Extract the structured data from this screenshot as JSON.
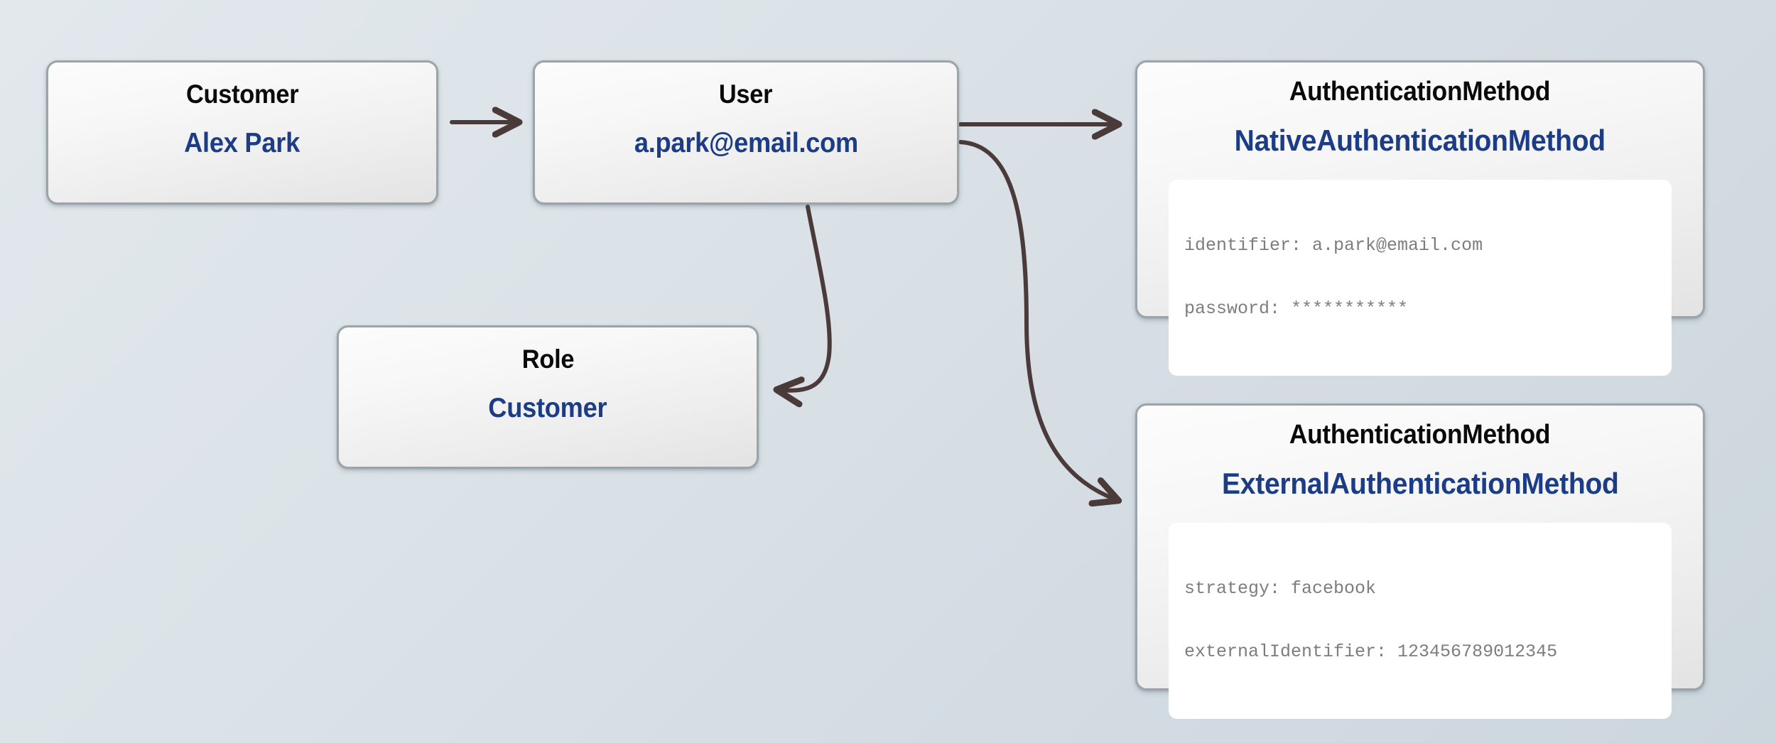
{
  "diagram": {
    "title": "User authentication method object diagram",
    "colors": {
      "background_start": "#e2e8ec",
      "background_end": "#ccd6dd",
      "node_border": "#9ba4a9",
      "node_fill_start": "#fcfcfc",
      "node_fill_end": "#e3e3e3",
      "type_text": "#0a0a0a",
      "value_text": "#1c3d86",
      "attribute_text": "#7d7d7d",
      "attribute_panel": "#ffffff",
      "arrow": "#4a3a3a"
    }
  },
  "nodes": [
    {
      "id": "customer",
      "type": "Customer",
      "value": "Alex Park",
      "attributes": []
    },
    {
      "id": "user",
      "type": "User",
      "value": "a.park@email.com",
      "attributes": []
    },
    {
      "id": "role",
      "type": "Role",
      "value": "Customer",
      "attributes": []
    },
    {
      "id": "native-auth",
      "type": "AuthenticationMethod",
      "value": "NativeAuthenticationMethod",
      "attributes": [
        "identifier: a.park@email.com",
        "password: ***********"
      ]
    },
    {
      "id": "external-auth",
      "type": "AuthenticationMethod",
      "value": "ExternalAuthenticationMethod",
      "attributes": [
        "strategy: facebook",
        "externalIdentifier: 123456789012345"
      ]
    }
  ],
  "edges": [
    {
      "id": "customer-to-user",
      "from": "customer",
      "to": "user",
      "style": "straight"
    },
    {
      "id": "user-to-native-auth",
      "from": "user",
      "to": "native-auth",
      "style": "straight"
    },
    {
      "id": "user-to-external-auth",
      "from": "user",
      "to": "external-auth",
      "style": "curved"
    },
    {
      "id": "user-to-role",
      "from": "user",
      "to": "role",
      "style": "curved"
    }
  ]
}
